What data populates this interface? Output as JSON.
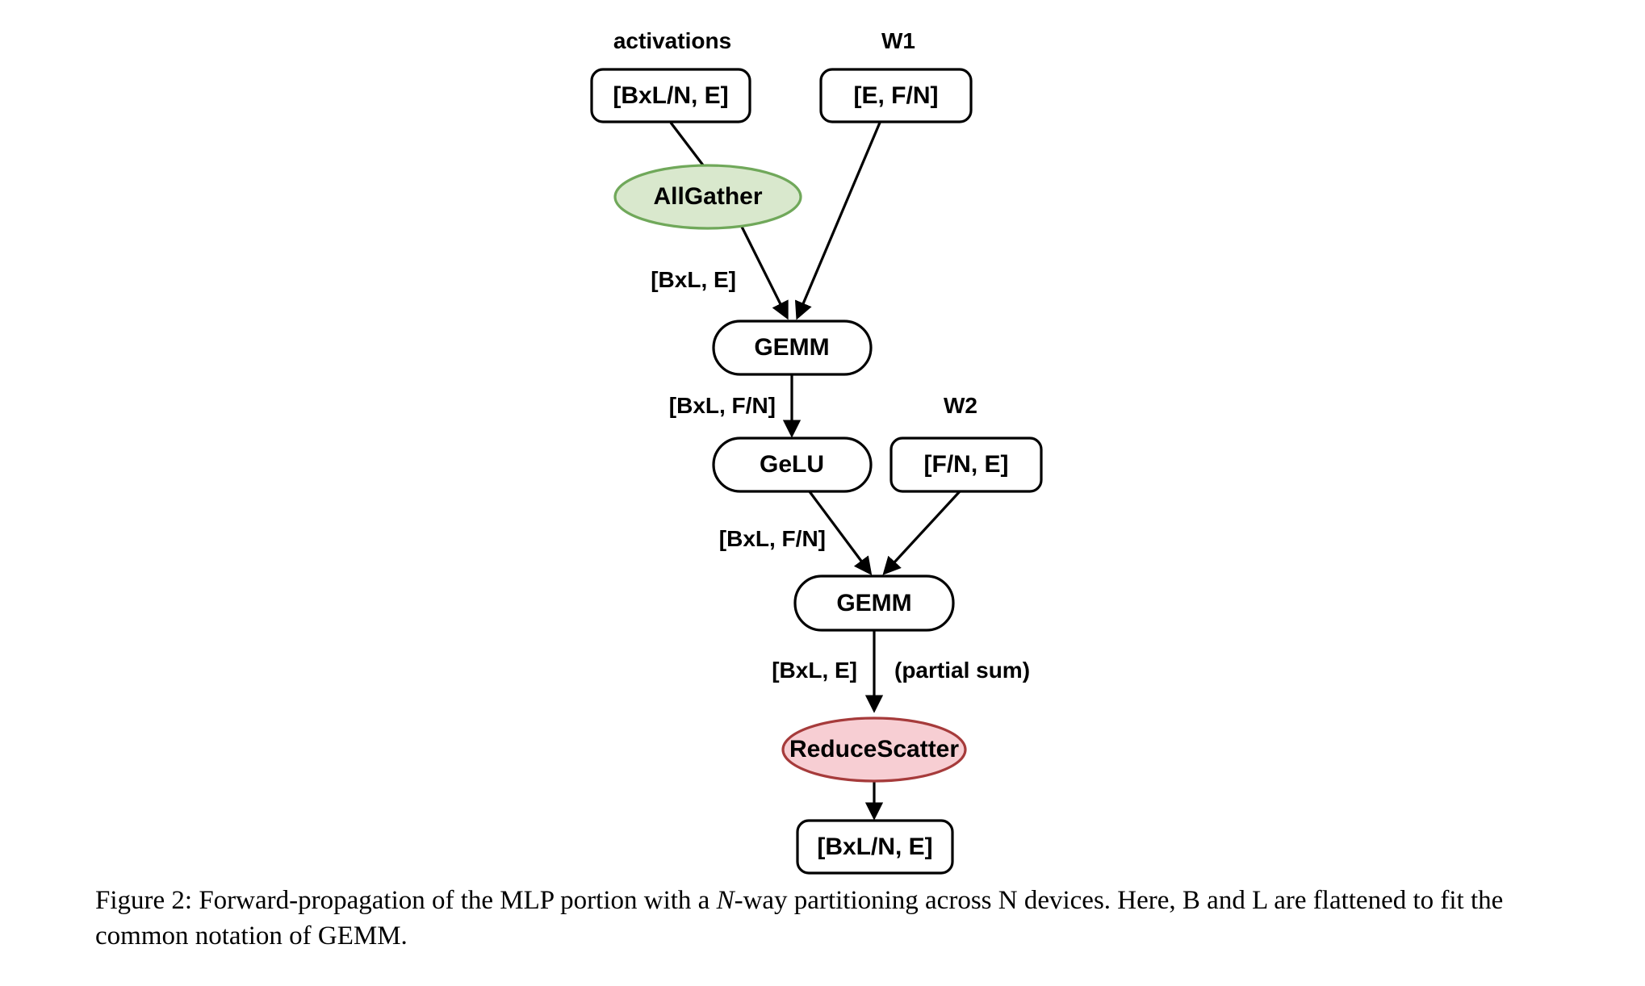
{
  "figure": {
    "id": "figure-2-mlp-forward",
    "caption_prefix": "Figure 2:",
    "caption_part1": " Forward-propagation of the MLP portion with a ",
    "caption_italic": "N",
    "caption_part2": "-way partitioning across N devices.  Here, B and L are flattened to fit the common notation of GEMM.",
    "colors": {
      "allgather_fill": "#d9e8cd",
      "allgather_stroke": "#70a85a",
      "reducescatter_fill": "#f7ced3",
      "reducescatter_stroke": "#a63b3b",
      "node_fill": "#ffffff",
      "node_stroke": "#000000",
      "edge_stroke": "#000000",
      "text": "#000000",
      "background": "#ffffff"
    }
  },
  "annotations": {
    "activations_title": "activations",
    "w1_title": "W1",
    "w2_title": "W2"
  },
  "nodes": {
    "activations_tensor": {
      "label": "[BxL/N, E]",
      "shape": "rounded-rect"
    },
    "w1_tensor": {
      "label": "[E, F/N]",
      "shape": "rounded-rect"
    },
    "allgather": {
      "label": "AllGather",
      "shape": "ellipse"
    },
    "gemm1": {
      "label": "GEMM",
      "shape": "stadium"
    },
    "gelu": {
      "label": "GeLU",
      "shape": "stadium"
    },
    "w2_tensor": {
      "label": "[F/N, E]",
      "shape": "rounded-rect"
    },
    "gemm2": {
      "label": "GEMM",
      "shape": "stadium"
    },
    "reducescatter": {
      "label": "ReduceScatter",
      "shape": "ellipse"
    },
    "output_tensor": {
      "label": "[BxL/N, E]",
      "shape": "rounded-rect"
    }
  },
  "edge_labels": {
    "allgather_to_gemm1": "[BxL, E]",
    "gemm1_to_gelu": "[BxL, F/N]",
    "gelu_to_gemm2": "[BxL, F/N]",
    "gemm2_to_reducescatter": "[BxL, E]",
    "gemm2_to_reducescatter_note": "(partial sum)"
  },
  "chart_data": {
    "type": "diagram",
    "title": "Forward-propagation of the MLP portion with N-way partitioning",
    "graph_nodes": [
      {
        "id": "activations_tensor",
        "label": "[BxL/N, E]",
        "kind": "tensor",
        "group_title": "activations"
      },
      {
        "id": "w1_tensor",
        "label": "[E, F/N]",
        "kind": "tensor",
        "group_title": "W1"
      },
      {
        "id": "allgather",
        "label": "AllGather",
        "kind": "collective"
      },
      {
        "id": "gemm1",
        "label": "GEMM",
        "kind": "op"
      },
      {
        "id": "gelu",
        "label": "GeLU",
        "kind": "op"
      },
      {
        "id": "w2_tensor",
        "label": "[F/N, E]",
        "kind": "tensor",
        "group_title": "W2"
      },
      {
        "id": "gemm2",
        "label": "GEMM",
        "kind": "op"
      },
      {
        "id": "reducescatter",
        "label": "ReduceScatter",
        "kind": "collective"
      },
      {
        "id": "output_tensor",
        "label": "[BxL/N, E]",
        "kind": "tensor"
      }
    ],
    "graph_edges": [
      {
        "from": "activations_tensor",
        "to": "allgather",
        "label": "",
        "arrow": false
      },
      {
        "from": "allgather",
        "to": "gemm1",
        "label": "[BxL, E]",
        "arrow": true
      },
      {
        "from": "w1_tensor",
        "to": "gemm1",
        "label": "",
        "arrow": true
      },
      {
        "from": "gemm1",
        "to": "gelu",
        "label": "[BxL, F/N]",
        "arrow": true
      },
      {
        "from": "gelu",
        "to": "gemm2",
        "label": "[BxL, F/N]",
        "arrow": true
      },
      {
        "from": "w2_tensor",
        "to": "gemm2",
        "label": "",
        "arrow": true
      },
      {
        "from": "gemm2",
        "to": "reducescatter",
        "label": "[BxL, E] (partial sum)",
        "arrow": true
      },
      {
        "from": "reducescatter",
        "to": "output_tensor",
        "label": "",
        "arrow": true
      }
    ]
  }
}
